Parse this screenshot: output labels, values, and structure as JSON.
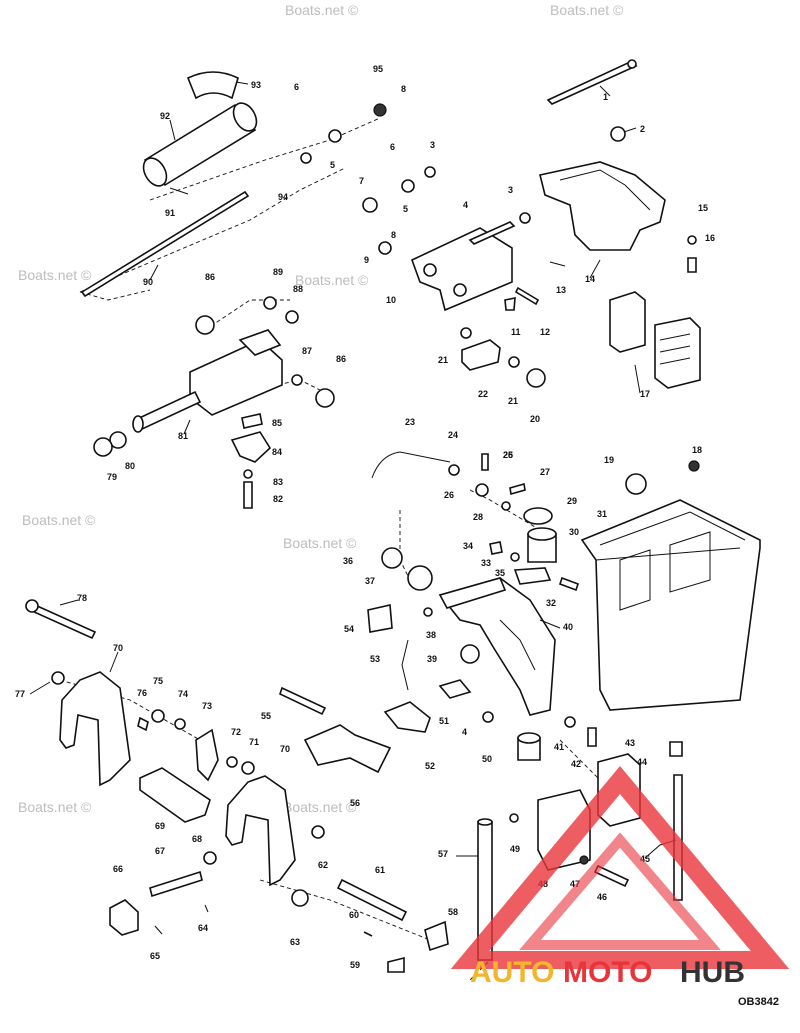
{
  "diagram": {
    "drawing_code": "OB3842",
    "watermark_text": "Boats.net ©",
    "brand": {
      "part1": "AUTO",
      "part2": "MOTO",
      "part3": "HUB",
      "color_primary": "#e8343a",
      "color_secondary": "#f2b52b",
      "color_dark": "#333333"
    },
    "callouts": [
      "1",
      "2",
      "3",
      "3",
      "4",
      "4",
      "5",
      "5",
      "6",
      "6",
      "7",
      "8",
      "8",
      "9",
      "10",
      "11",
      "12",
      "13",
      "14",
      "15",
      "16",
      "17",
      "18",
      "19",
      "20",
      "21",
      "21",
      "22",
      "23",
      "24",
      "25",
      "26",
      "26",
      "27",
      "28",
      "29",
      "30",
      "31",
      "32",
      "33",
      "34",
      "35",
      "36",
      "37",
      "38",
      "39",
      "40",
      "41",
      "42",
      "43",
      "44",
      "45",
      "46",
      "47",
      "48",
      "49",
      "50",
      "51",
      "52",
      "53",
      "54",
      "55",
      "56",
      "57",
      "58",
      "59",
      "60",
      "61",
      "62",
      "63",
      "64",
      "65",
      "66",
      "67",
      "68",
      "69",
      "70",
      "70",
      "71",
      "72",
      "73",
      "74",
      "75",
      "76",
      "77",
      "78",
      "79",
      "80",
      "81",
      "82",
      "83",
      "84",
      "85",
      "86",
      "86",
      "87",
      "88",
      "89",
      "90",
      "91",
      "92",
      "93",
      "94",
      "95"
    ]
  }
}
